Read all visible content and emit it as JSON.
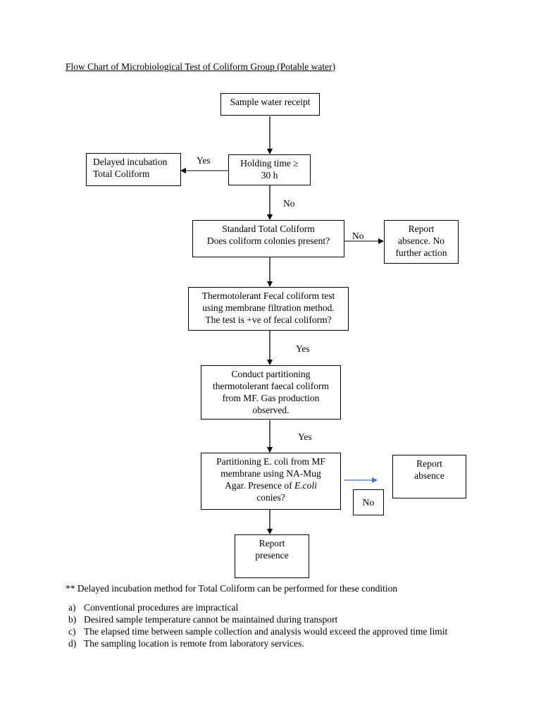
{
  "title": "Flow Chart of Microbiological Test of Coliform Group (Potable water)",
  "boxes": {
    "sample_receipt": [
      "Sample water receipt"
    ],
    "holding_time": [
      "Holding time ≥",
      "30 h"
    ],
    "delayed_incubation": [
      "Delayed incubation",
      "Total Coliform"
    ],
    "standard_total_coliform": [
      "Standard Total Coliform",
      "Does coliform colonies present?"
    ],
    "report_absence_1": [
      "Report",
      "absence. No",
      "further action"
    ],
    "thermotolerant_test": [
      "Thermotolerant Fecal coliform test",
      "using membrane filtration method.",
      "The test is +ve of fecal coliform?"
    ],
    "partitioning_gas": [
      "Conduct partitioning",
      "thermotolerant faecal coliform",
      "from MF. Gas production",
      "observed."
    ],
    "partitioning_ecoli": {
      "line1": "Partitioning E. coli from MF",
      "line2": "membrane using NA-Mug",
      "line3_prefix": "Agar. Presence of ",
      "line3_italic": "E.coli",
      "line4": "conies?"
    },
    "report_absence_2": [
      "Report",
      "absence"
    ],
    "no_box": "No",
    "report_presence": [
      "Report",
      "presence"
    ]
  },
  "labels": {
    "yes_delayed": "Yes",
    "no_holding": "No",
    "no_standard": "No",
    "yes_thermo": "Yes",
    "yes_gas": "Yes"
  },
  "note": "** Delayed incubation method for Total Coliform can be performed for these condition",
  "conditions": [
    {
      "marker": "a)",
      "text": "Conventional procedures are impractical"
    },
    {
      "marker": "b)",
      "text": "Desired sample temperature cannot be maintained during transport"
    },
    {
      "marker": "c)",
      "text": "The elapsed time between sample collection and analysis would exceed the approved time limit"
    },
    {
      "marker": "d)",
      "text": "The sampling location is remote from laboratory services."
    }
  ],
  "colors": {
    "line": "#000000",
    "blue_arrow": "#4472c4"
  }
}
